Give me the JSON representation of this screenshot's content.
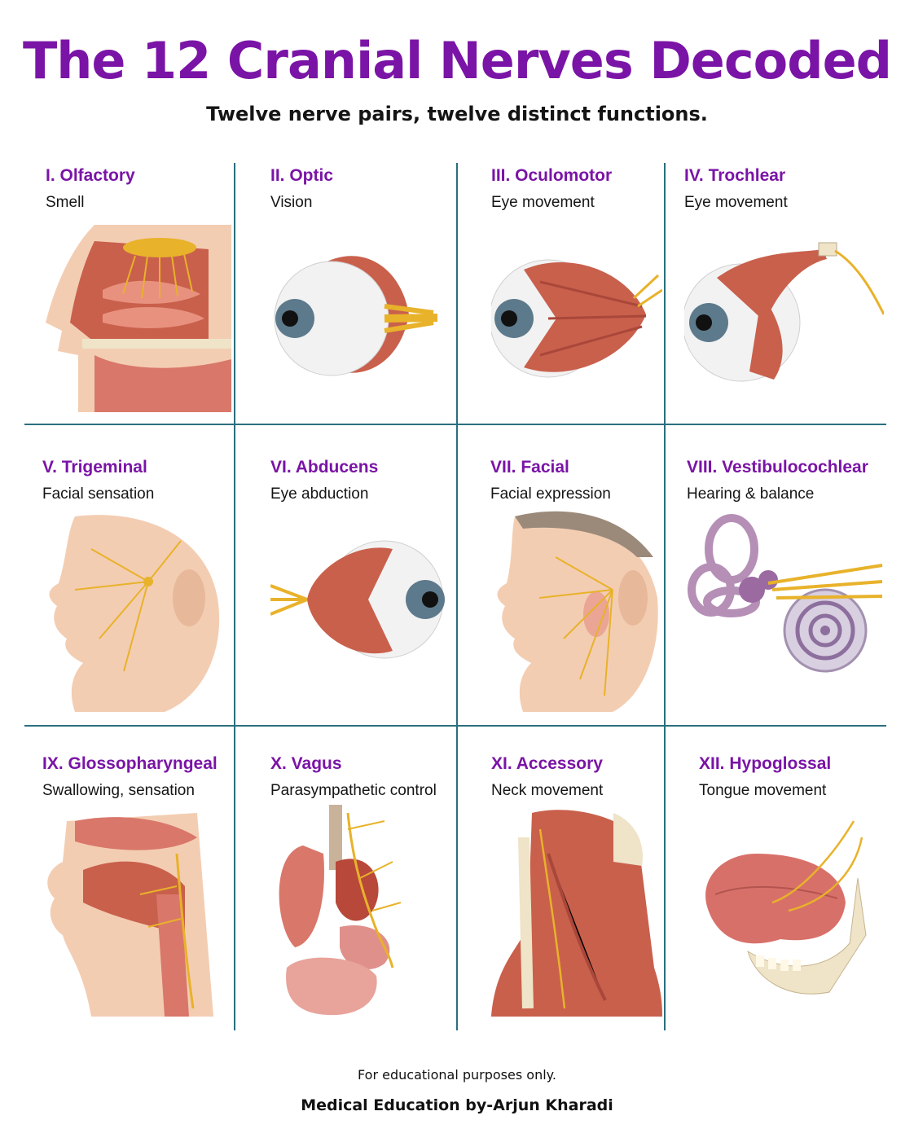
{
  "header": {
    "title": "The 12 Cranial Nerves Decoded",
    "subtitle": "Twelve nerve pairs, twelve distinct functions."
  },
  "colors": {
    "accent": "#7a14a6",
    "grid_line": "#2a6f7d",
    "muscle": "#c9604c",
    "nerve": "#e8b22a",
    "bone": "#efe3c8",
    "skin": "#f3cdb2"
  },
  "nerves": [
    {
      "name": "I. Olfactory",
      "function": "Smell",
      "icon": "nasal-cavity-icon"
    },
    {
      "name": "II. Optic",
      "function": "Vision",
      "icon": "eyeball-icon"
    },
    {
      "name": "III. Oculomotor",
      "function": "Eye movement",
      "icon": "eye-muscles-icon"
    },
    {
      "name": "IV. Trochlear",
      "function": "Eye movement",
      "icon": "eye-pulley-icon"
    },
    {
      "name": "V. Trigeminal",
      "function": "Facial sensation",
      "icon": "face-profile-icon"
    },
    {
      "name": "VI. Abducens",
      "function": "Eye abduction",
      "icon": "eyeball-lateral-icon"
    },
    {
      "name": "VII. Facial",
      "function": "Facial expression",
      "icon": "face-nerves-icon"
    },
    {
      "name": "VIII. Vestibulocochlear",
      "function": "Hearing & balance",
      "icon": "inner-ear-icon"
    },
    {
      "name": "IX. Glossopharyngeal",
      "function": "Swallowing, sensation",
      "icon": "throat-icon"
    },
    {
      "name": "X. Vagus",
      "function": "Parasympathetic control",
      "icon": "organs-icon"
    },
    {
      "name": "XI. Accessory",
      "function": "Neck movement",
      "icon": "neck-muscles-icon"
    },
    {
      "name": "XII. Hypoglossal",
      "function": "Tongue movement",
      "icon": "tongue-icon"
    }
  ],
  "footer": {
    "note": "For educational purposes only.",
    "credit": "Medical Education by-Arjun Kharadi"
  }
}
